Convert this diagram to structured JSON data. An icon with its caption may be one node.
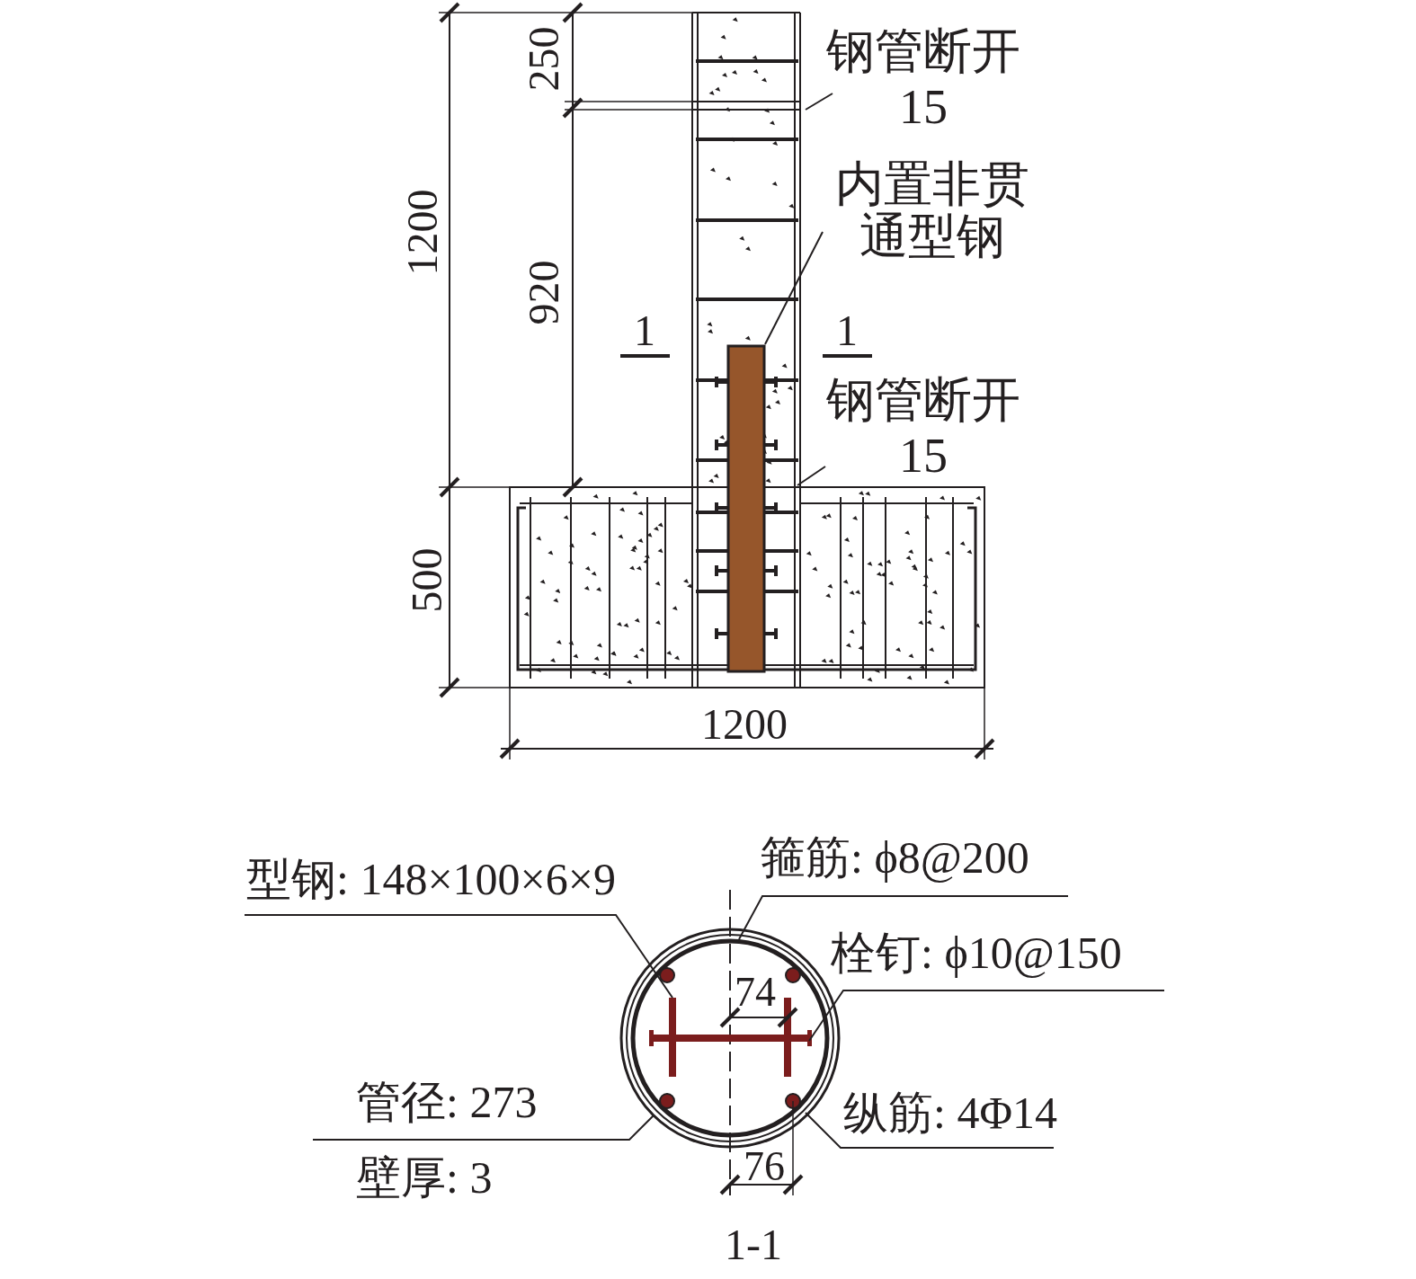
{
  "diagram": {
    "caption": "1-1",
    "nodes": [
      {
        "text": [
          "钢管断开",
          "15"
        ]
      },
      {
        "text": [
          "内置非贯通型钢"
        ]
      },
      {
        "text": [
          "钢管断开",
          "15"
        ]
      },
      {
        "text": [
          "型钢: 148×100×6×9"
        ]
      },
      {
        "text": [
          "箍筋: ϕ8@200"
        ]
      },
      {
        "text": [
          "栓钉: ϕ10@150"
        ]
      },
      {
        "text": [
          "管径: 273",
          "壁厚: 3"
        ]
      },
      {
        "text": [
          "纵筋: 4Φ14"
        ]
      }
    ],
    "edges": [
      {
        "from": 0,
        "to": null,
        "arrow": "none"
      },
      {
        "from": 1,
        "to": null,
        "arrow": "none"
      },
      {
        "from": 2,
        "to": null,
        "arrow": "none"
      },
      {
        "from": 3,
        "to": null,
        "arrow": "none"
      },
      {
        "from": 4,
        "to": null,
        "arrow": "none"
      },
      {
        "from": 5,
        "to": null,
        "arrow": "none"
      },
      {
        "from": 6,
        "to": null,
        "arrow": "none"
      },
      {
        "from": 7,
        "to": null,
        "arrow": "none"
      }
    ],
    "labels": [
      "250",
      "1200",
      "920",
      "1",
      "1",
      "500",
      "1200",
      "74",
      "76"
    ]
  }
}
